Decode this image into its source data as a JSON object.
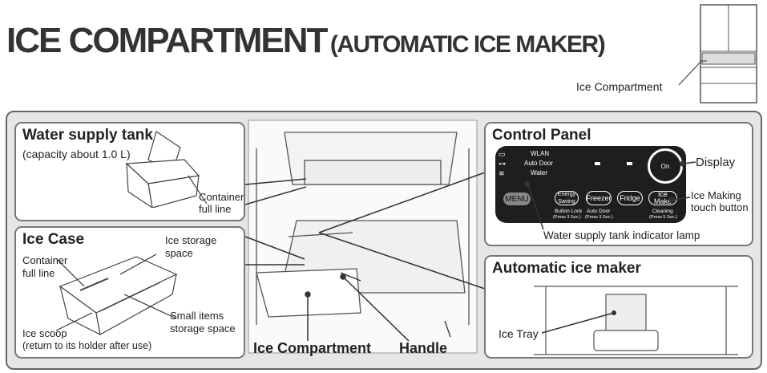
{
  "title": {
    "main": "ICE COMPARTMENT",
    "sub": "(AUTOMATIC ICE MAKER)"
  },
  "fridge_callout": "Ice Compartment",
  "water_tank": {
    "heading": "Water supply tank",
    "capacity": "(capacity about 1.0 L)",
    "full_line": "Container full line"
  },
  "ice_case": {
    "heading": "Ice Case",
    "full_line": "Container full line",
    "storage": "Ice storage space",
    "small_items": "Small items storage space",
    "scoop": "Ice scoop",
    "scoop_note": "(return to its holder after use)"
  },
  "control_panel": {
    "heading": "Control Panel",
    "wlan": "WLAN",
    "auto_door": "Auto Door",
    "water": "Water",
    "menu": "MENU",
    "energy": "Energy Saving",
    "freezer": "Freezer",
    "fridge": "Fridge",
    "ice_make": "Ice Make",
    "on": "On",
    "button_lock": "Button Lock",
    "auto_door2": "Auto Door",
    "cleaning": "Cleaning",
    "press3a": "(Press 3 Sec.)",
    "press3b": "(Press 3 Sec.)",
    "press5": "(Press 5 Sec.)",
    "display_label": "Display",
    "ice_making_label": "Ice Making touch button",
    "lamp_label": "Water supply tank indicator lamp"
  },
  "ice_maker": {
    "heading": "Automatic ice maker",
    "tray": "Ice Tray"
  },
  "center": {
    "compartment": "Ice Compartment",
    "handle": "Handle"
  }
}
